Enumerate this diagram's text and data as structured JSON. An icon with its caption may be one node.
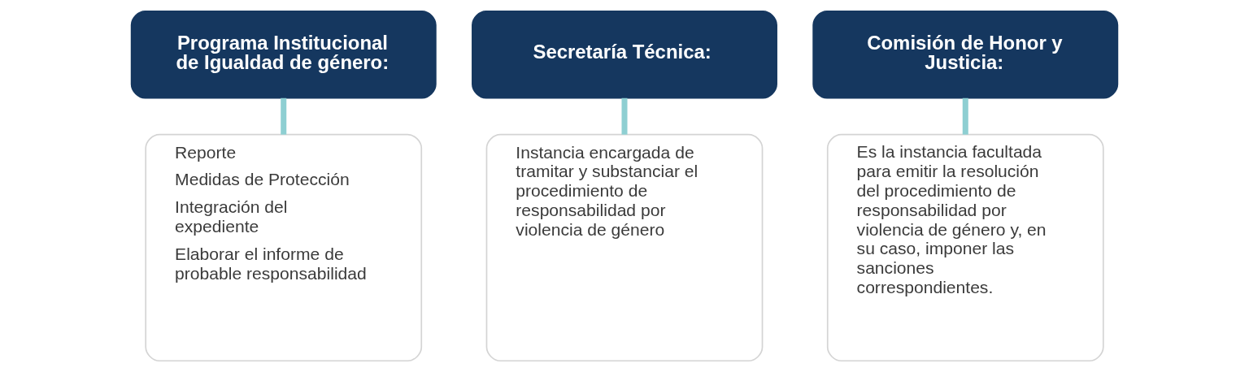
{
  "diagram": {
    "nodes": [
      {
        "text": [
          "Programa Institucional de Igualdad de género:"
        ]
      },
      {
        "text": [
          "Secretaría Técnica:"
        ]
      },
      {
        "text": [
          "Comisión de Honor y Justicia:"
        ]
      },
      {
        "text": [
          "Reporte",
          "Medidas de Protección",
          "Integración del expediente",
          "Elaborar el informe de probable responsabilidad"
        ]
      },
      {
        "text": [
          "Instancia encargada de tramitar y substanciar el procedimiento de responsabilidad por violencia de género"
        ]
      },
      {
        "text": [
          "Es la instancia facultada para emitir la resolución del procedimiento de responsabilidad por violencia de género y, en su caso, imponer las sanciones correspondientes."
        ]
      }
    ],
    "edges": [
      {
        "from": 0,
        "to": 3,
        "arrow": "none"
      },
      {
        "from": 1,
        "to": 4,
        "arrow": "none"
      },
      {
        "from": 2,
        "to": 5,
        "arrow": "none"
      }
    ]
  }
}
